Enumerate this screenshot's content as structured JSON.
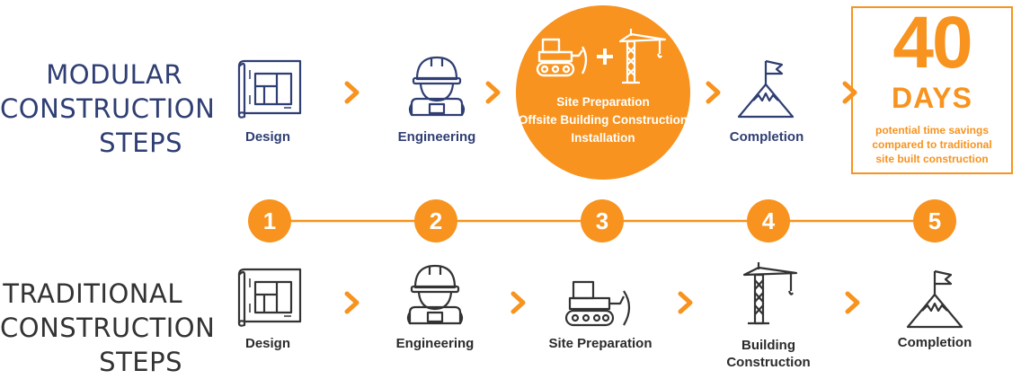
{
  "modular": {
    "title": [
      "MODULAR",
      "CONSTRUCTION",
      "STEPS"
    ],
    "steps": {
      "design": "Design",
      "engineering": "Engineering",
      "completion": "Completion"
    },
    "highlight_lines": [
      "Site Preparation",
      "Offsite Building Construction",
      "Installation"
    ]
  },
  "savings": {
    "number": "40",
    "unit": "DAYS",
    "lines": [
      "potential time savings",
      "compared to traditional",
      "site built construction"
    ]
  },
  "timeline": {
    "numbers": [
      "1",
      "2",
      "3",
      "4",
      "5"
    ]
  },
  "traditional": {
    "title": [
      "TRADITIONAL",
      "CONSTRUCTION",
      "STEPS"
    ],
    "steps": {
      "design": "Design",
      "engineering": "Engineering",
      "site_prep": "Site Preparation",
      "building": [
        "Building",
        "Construction"
      ],
      "completion": "Completion"
    }
  },
  "colors": {
    "orange": "#f7931e",
    "navy": "#2f3e73",
    "dark": "#333333"
  },
  "icons": [
    "blueprint-icon",
    "engineer-icon",
    "bulldozer-icon",
    "plus-icon",
    "crane-icon",
    "mountain-flag-icon",
    "chevron-right-icon"
  ]
}
